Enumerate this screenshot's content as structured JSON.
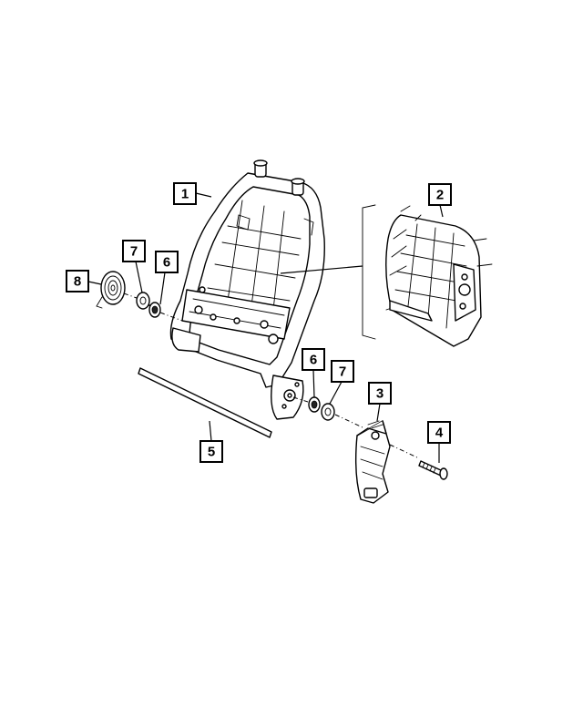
{
  "callouts": [
    {
      "id": "1",
      "label": "1"
    },
    {
      "id": "2",
      "label": "2"
    },
    {
      "id": "3",
      "label": "3"
    },
    {
      "id": "4",
      "label": "4"
    },
    {
      "id": "5",
      "label": "5"
    },
    {
      "id": "6a",
      "label": "6"
    },
    {
      "id": "6b",
      "label": "6"
    },
    {
      "id": "7a",
      "label": "7"
    },
    {
      "id": "7b",
      "label": "7"
    },
    {
      "id": "8",
      "label": "8"
    }
  ],
  "colors": {
    "line": "#000000",
    "background": "#ffffff"
  }
}
